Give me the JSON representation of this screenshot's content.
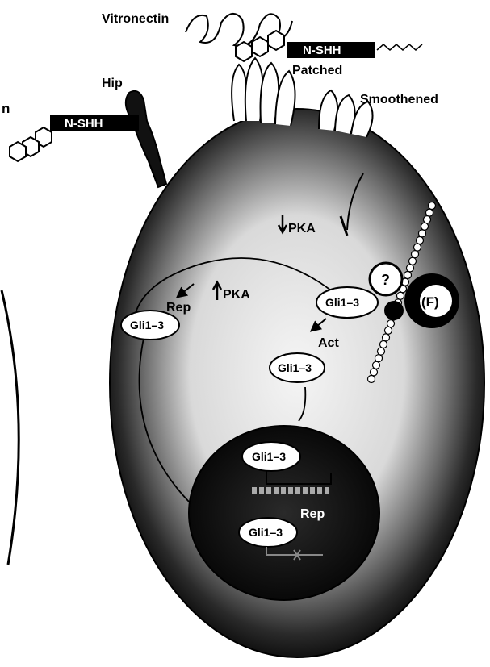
{
  "labels": {
    "vitronectin": "Vitronectin",
    "patched": "Patched",
    "smoothened": "Smoothened",
    "hip": "Hip",
    "nshh_right": "N-SHH",
    "nshh_left": "N-SHH",
    "pka_inhibit": "PKA",
    "pka_cycle": "PKA",
    "rep_top": "Rep",
    "act": "Act",
    "rep_nucleus": "Rep",
    "question": "?",
    "f_label": "(F)",
    "edge_n": "n"
  },
  "gli": {
    "left": "Gli1–3",
    "right": "Gli1–3",
    "middle": "Gli1–3",
    "nucleus_top": "Gli1–3",
    "nucleus_bottom": "Gli1–3"
  },
  "colors": {
    "membrane": "#1a1a1a",
    "cytoplasm_light": "#f2f2f2",
    "nucleus": "#0d0d0d",
    "background": "#ffffff"
  }
}
